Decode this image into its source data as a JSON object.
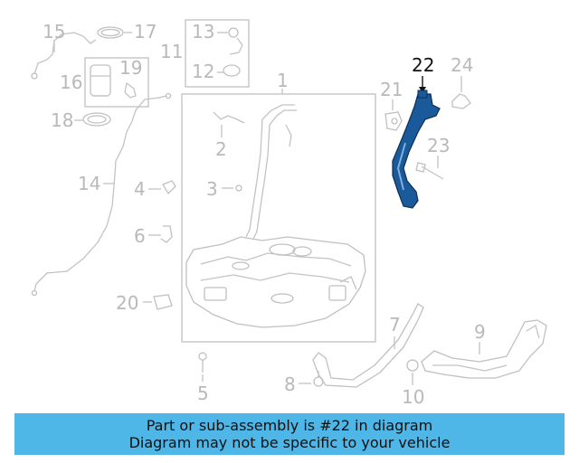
{
  "labels": {
    "l1": "1",
    "l2": "2",
    "l3": "3",
    "l4": "4",
    "l5": "5",
    "l6": "6",
    "l7": "7",
    "l8": "8",
    "l9": "9",
    "l10": "10",
    "l11": "11",
    "l12": "12",
    "l13": "13",
    "l14": "14",
    "l15": "15",
    "l16": "16",
    "l17": "17",
    "l18": "18",
    "l19": "19",
    "l20": "20",
    "l21": "21",
    "l22": "22",
    "l23": "23",
    "l24": "24"
  },
  "highlight_color": "#1a5a9a",
  "banner": {
    "line1": "Part or sub-assembly is #22 in diagram",
    "line2": "Diagram may not be specific to your vehicle",
    "color": "#4fb6e8"
  }
}
